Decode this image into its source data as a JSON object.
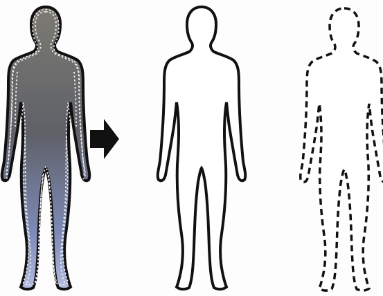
{
  "figures": [
    {
      "name": "shaded-figure-with-dotted-outline"
    },
    {
      "name": "solid-outline-figure"
    },
    {
      "name": "dashed-outline-figure"
    }
  ],
  "arrow": {
    "name": "right-arrow-icon"
  },
  "colors": {
    "outline": "#111111",
    "shade_top": "#7c7a72",
    "shade_mid": "#5f6168",
    "shade_bottom": "#a9b3d6",
    "dotted": "#f2f2f2",
    "background": "#fdfdfd"
  }
}
